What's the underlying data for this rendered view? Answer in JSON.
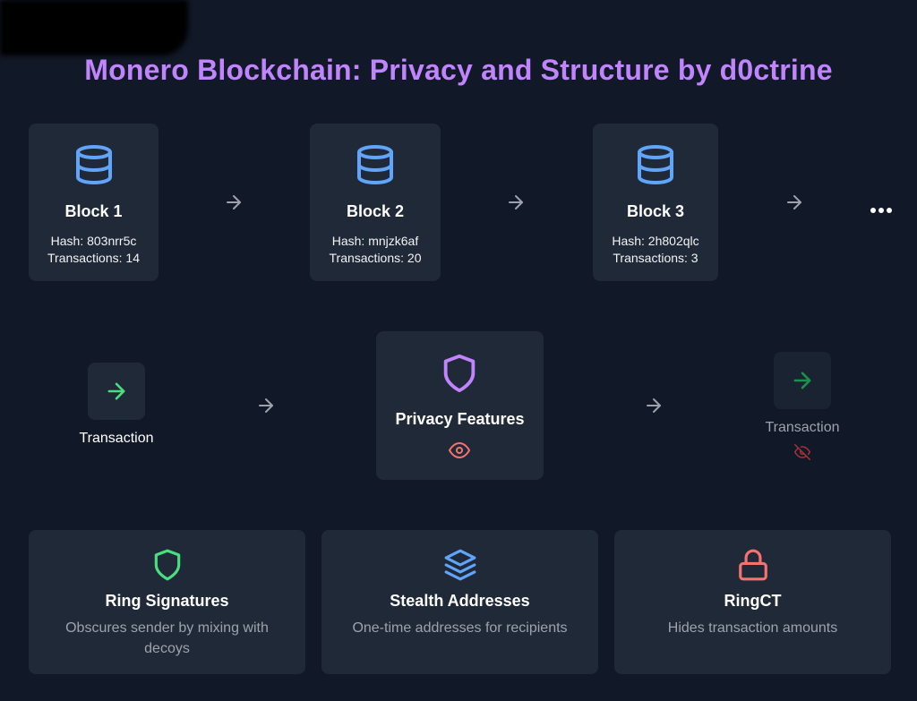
{
  "title": "Monero Blockchain: Privacy and Structure by d0ctrine",
  "blocks": [
    {
      "name": "Block 1",
      "hash": "Hash: 803nrr5c",
      "transactions": "Transactions: 14"
    },
    {
      "name": "Block 2",
      "hash": "Hash: mnjzk6af",
      "transactions": "Transactions: 20"
    },
    {
      "name": "Block 3",
      "hash": "Hash: 2h802qlc",
      "transactions": "Transactions: 3"
    }
  ],
  "flow": {
    "transaction_in": "Transaction",
    "privacy_features": "Privacy Features",
    "transaction_out": "Transaction"
  },
  "features": [
    {
      "name": "Ring Signatures",
      "description": "Obscures sender by mixing with decoys",
      "icon": "shield-icon",
      "color": "#4ade80"
    },
    {
      "name": "Stealth Addresses",
      "description": "One-time addresses for recipients",
      "icon": "layers-icon",
      "color": "#60a5fa"
    },
    {
      "name": "RingCT",
      "description": "Hides transaction amounts",
      "icon": "lock-icon",
      "color": "#f87171"
    }
  ],
  "colors": {
    "background": "#111827",
    "card": "#1f2937",
    "title": "#c084fc",
    "block_icon": "#60a5fa",
    "arrow": "#9ca3af",
    "tx_in_arrow": "#4ade80",
    "tx_out_arrow": "#22c55e",
    "eye": "#f87171"
  }
}
